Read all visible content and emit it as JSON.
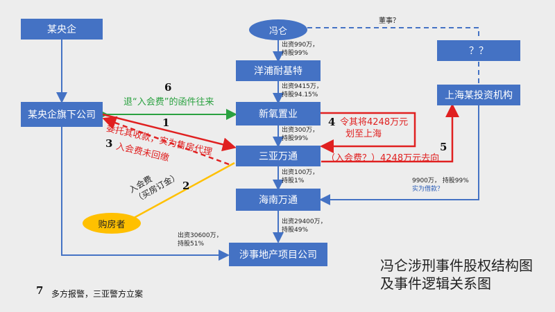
{
  "nodes": {
    "central_soe": "某央企",
    "fenglun": "冯仑",
    "yangpu": "洋浦耐基特",
    "unknown": "？？",
    "soe_sub": "某央企旗下公司",
    "xinyang": "新氧置业",
    "shanghai_inv": "上海某投资机构",
    "sanya": "三亚万通",
    "hainan": "海南万通",
    "buyer": "购房者",
    "project_co": "涉事地产项目公司"
  },
  "edges": {
    "fl_yangpu": [
      "出资990万，",
      "持股99%"
    ],
    "yangpu_xinyang": [
      "出资9415万，",
      "持股94.15%"
    ],
    "xinyang_sanya": [
      "出资300万，",
      "持股99%"
    ],
    "sanya_hainan": [
      "出资100万，",
      "持股1%"
    ],
    "hainan_project": [
      "出资29400万，",
      "持股49%"
    ],
    "soe_project": [
      "出资30600万，",
      "持股51%"
    ],
    "shanghai_hainan": [
      "9900万，  持股99%",
      "实为借款？"
    ],
    "director": "董事？"
  },
  "events": {
    "e1": {
      "num": "1",
      "text": "委托其收款，实为售房代理"
    },
    "e2": {
      "num": "2",
      "line1": "入会费",
      "line2": "（买房订金）"
    },
    "e3": {
      "num": "3",
      "text": "入会费未回缴"
    },
    "e4": {
      "num": "4",
      "line1": "令其将4248万元",
      "line2": "划至上海"
    },
    "e5": {
      "num": "5",
      "text": "（入会费？）4248万元去向"
    },
    "e6": {
      "num": "6",
      "text": "退“入会费”的函件往来"
    },
    "e7": {
      "num": "7",
      "text": "多方报警，三亚警方立案"
    }
  },
  "title": {
    "line1": "冯仑涉刑事件股权结构图",
    "line2": "及事件逻辑关系图"
  },
  "colors": {
    "box": "#4472c4",
    "red": "#e02020",
    "green": "#2aa140",
    "yellow": "#ffc000",
    "line_blue": "#4472c4"
  }
}
